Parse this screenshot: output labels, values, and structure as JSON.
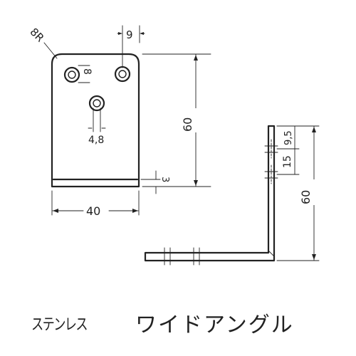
{
  "front_view": {
    "corner_radius_label": "8R",
    "hole_offset_label": "9",
    "hole_diameter_label": "8",
    "small_hole_label": "4,8",
    "height_label": "60",
    "bend_label": "3",
    "width_label": "40"
  },
  "side_view": {
    "top_offset_label": "9,5",
    "hole_spacing_label": "15",
    "height_label": "60"
  },
  "caption": {
    "material": "ステンレス",
    "product": "ワイドアングル"
  }
}
